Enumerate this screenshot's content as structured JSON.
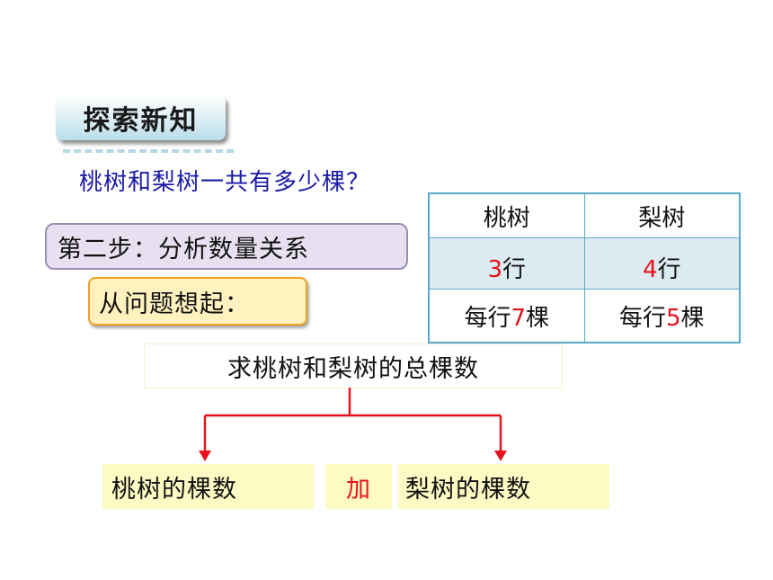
{
  "section_badge": "探索新知",
  "question": "桃树和梨树一共有多少棵？",
  "step_label": "第二步：分析数量关系",
  "from_question_label": "从问题想起：",
  "table": {
    "headers": [
      "桃树",
      "梨树"
    ],
    "rows_label": {
      "peach_num": "3",
      "pear_num": "4",
      "unit": "行"
    },
    "per_row": {
      "prefix": "每行",
      "peach_num": "7",
      "pear_num": "5",
      "unit": "棵"
    }
  },
  "total_goal": "求桃树和梨树的总棵数",
  "peach_count": "桃树的棵数",
  "operator": "加",
  "pear_count": "梨树的棵数",
  "colors": {
    "highlight": "#e8121c",
    "question": "#1a1aa8",
    "table_border": "#5aa9c9"
  }
}
